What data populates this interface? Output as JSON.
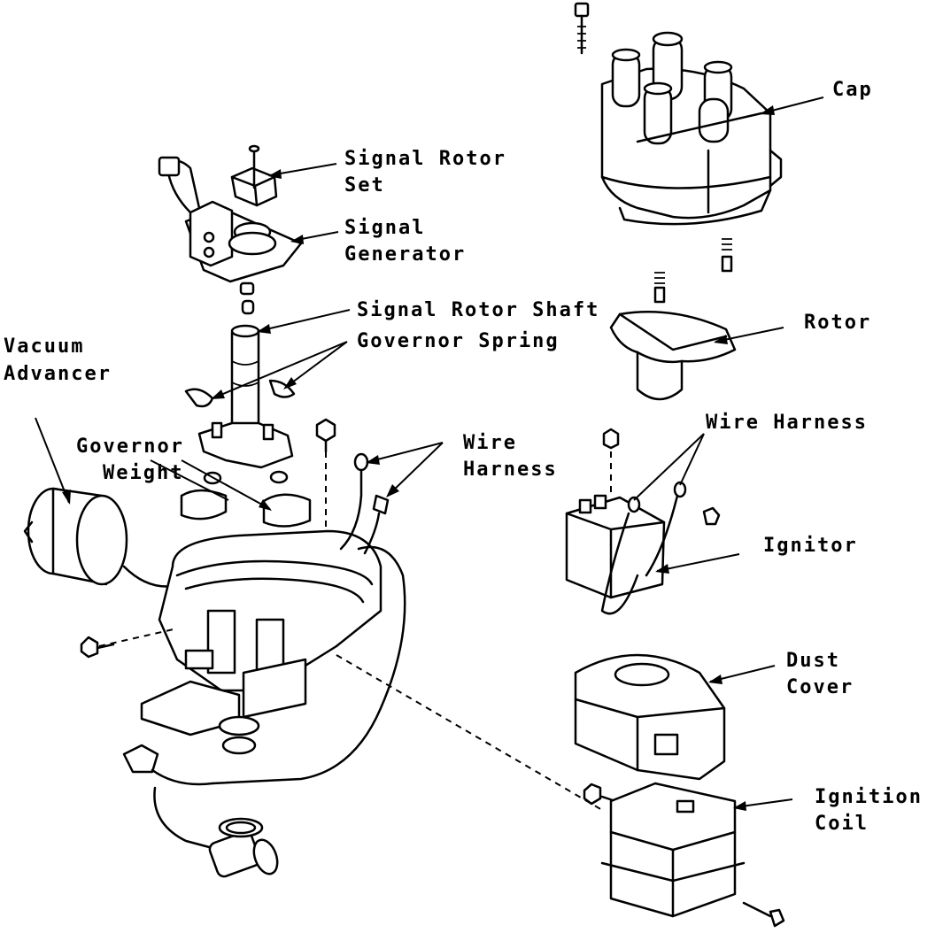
{
  "diagram": {
    "title": "Distributor exploded view",
    "labels": {
      "cap": "Cap",
      "signal_rotor_set_1": "Signal Rotor",
      "signal_rotor_set_2": "Set",
      "signal_generator_1": "Signal",
      "signal_generator_2": "Generator",
      "signal_rotor_shaft": "Signal Rotor Shaft",
      "governor_spring": "Governor Spring",
      "rotor": "Rotor",
      "vacuum_advancer_1": "Vacuum",
      "vacuum_advancer_2": "Advancer",
      "governor_weight_1": "Governor",
      "governor_weight_2": "Weight",
      "wire_harness_left_1": "Wire",
      "wire_harness_left_2": "Harness",
      "wire_harness_right": "Wire Harness",
      "ignitor": "Ignitor",
      "dust_cover_1": "Dust",
      "dust_cover_2": "Cover",
      "ignition_coil_1": "Ignition",
      "ignition_coil_2": "Coil"
    },
    "parts": [
      "Cap",
      "Signal Rotor Set",
      "Signal Generator",
      "Signal Rotor Shaft",
      "Governor Spring",
      "Rotor",
      "Vacuum Advancer",
      "Governor Weight",
      "Wire Harness",
      "Ignitor",
      "Dust Cover",
      "Ignition Coil"
    ]
  }
}
